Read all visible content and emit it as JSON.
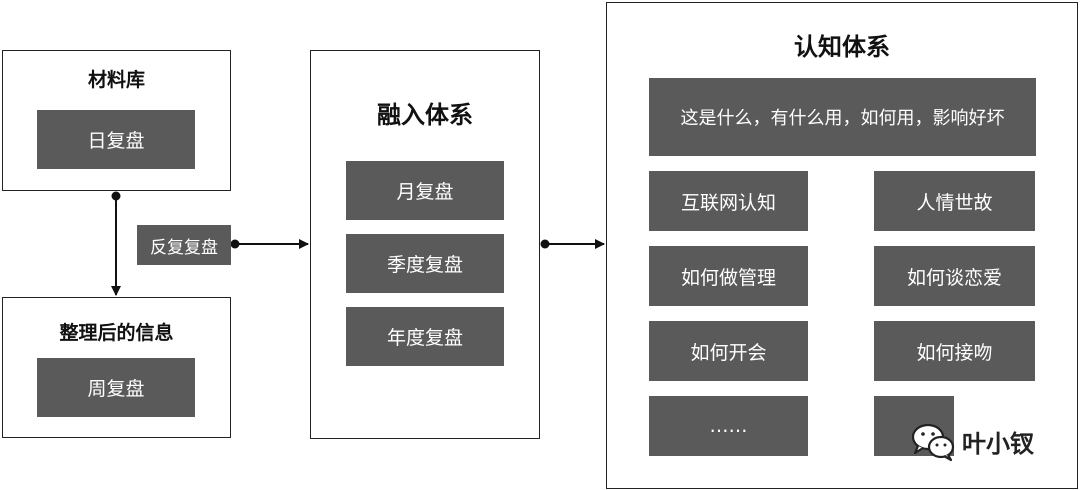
{
  "materials": {
    "title": "材料库",
    "item": "日复盘"
  },
  "organized": {
    "title": "整理后的信息",
    "item": "周复盘"
  },
  "connector_label": "反复复盘",
  "integrate": {
    "title": "融入体系",
    "items": [
      "月复盘",
      "季度复盘",
      "年度复盘"
    ]
  },
  "cognition": {
    "title": "认知体系",
    "header": "这是什么，有什么用，如何用，影响好坏",
    "items": [
      "互联网认知",
      "人情世故",
      "如何做管理",
      "如何谈恋爱",
      "如何开会",
      "如何接吻",
      "……",
      ""
    ]
  },
  "watermark": {
    "text": "叶小钗",
    "icon": "wechat-icon"
  }
}
